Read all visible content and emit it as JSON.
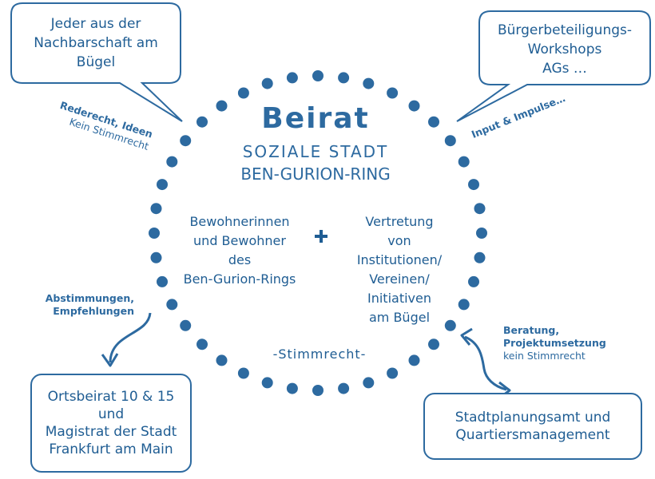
{
  "bubbles": {
    "left": [
      "Jeder aus der",
      "Nachbarschaft am",
      "Bügel"
    ],
    "right": [
      "Bürgerbeteiligungs-",
      "Workshops",
      "AGs …"
    ]
  },
  "labels": {
    "rederecht_bold": "Rederecht, Ideen",
    "rederecht_plain": "Kein Stimmrecht",
    "input": "Input & Impulse…",
    "abstimmungen": [
      "Abstimmungen,",
      "Empfehlungen"
    ],
    "beratung_bold": [
      "Beratung,",
      "Projektumsetzung"
    ],
    "beratung_plain": "kein Stimmrecht"
  },
  "center": {
    "title": "Beirat",
    "subtitle": "SOZIALE STADT",
    "name": "BEN-GURION-RING",
    "left_group": [
      "Bewohnerinnen",
      "und Bewohner",
      "des",
      "Ben-Gurion-Rings"
    ],
    "plus": "+",
    "right_group": [
      "Vertretung",
      "von",
      "Institutionen/",
      "Vereinen/",
      "Initiativen",
      "am Bügel"
    ],
    "stimmrecht": "-Stimmrecht-"
  },
  "boxes": {
    "ortsbeirat": [
      "Ortsbeirat 10 & 15",
      "und",
      "Magistrat der Stadt",
      "Frankfurt am Main"
    ],
    "stadtplanung": [
      "Stadtplanungsamt und",
      "Quartiersmanagement"
    ]
  },
  "colors": {
    "primary": "#2d6aa0",
    "dot": "#2d6aa0",
    "text_dark": "#1f5d93"
  }
}
